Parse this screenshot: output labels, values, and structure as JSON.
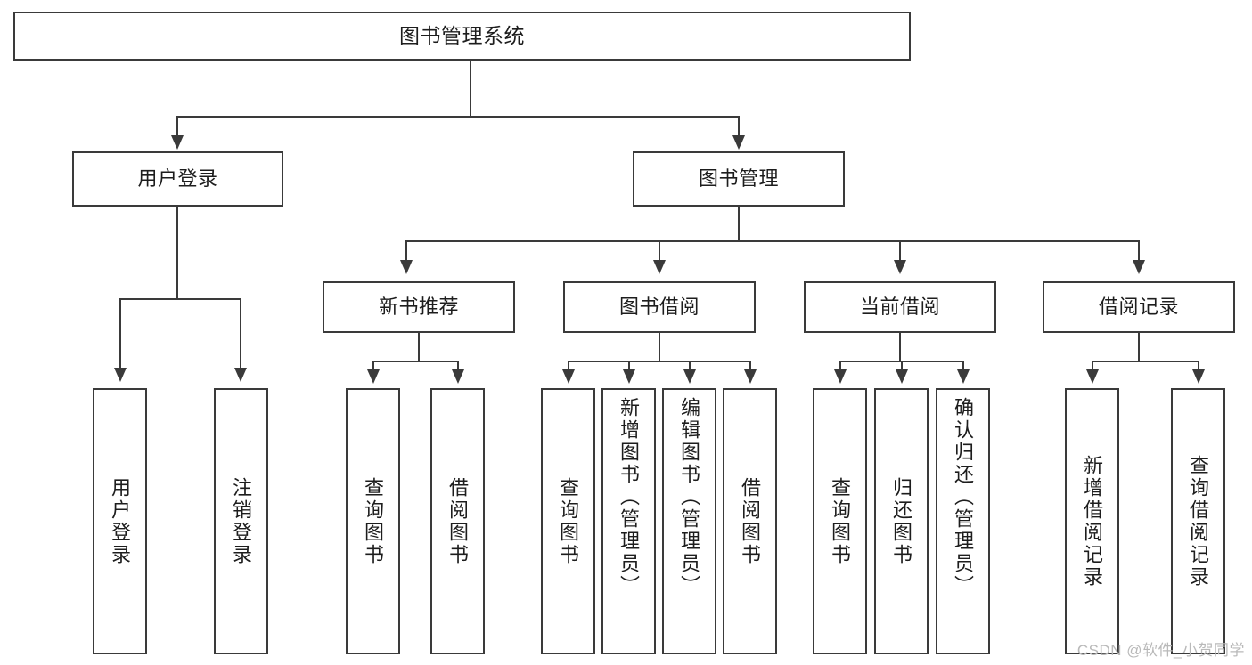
{
  "diagram": {
    "type": "tree",
    "title": "图书管理系统",
    "watermark": "CSDN @软件_小贺同学",
    "colors": {
      "box_border": "#3a3a3a",
      "box_fill": "#ffffff",
      "line": "#3a3a3a",
      "text": "#1d1d1d",
      "watermark": "#b9b9b9",
      "background": "#ffffff"
    },
    "nodes": {
      "root": "图书管理系统",
      "level2": [
        {
          "label": "用户登录"
        },
        {
          "label": "图书管理"
        }
      ],
      "level3": [
        {
          "label": "新书推荐"
        },
        {
          "label": "图书借阅"
        },
        {
          "label": "当前借阅"
        },
        {
          "label": "借阅记录"
        }
      ],
      "leaves": {
        "user_login": [
          {
            "label": "用户登录"
          },
          {
            "label": "注销登录"
          }
        ],
        "new_book_recommend": [
          {
            "label": "查询图书"
          },
          {
            "label": "借阅图书"
          }
        ],
        "book_borrow": [
          {
            "label": "查询图书"
          },
          {
            "label": "新增图书（管理员）"
          },
          {
            "label": "编辑图书（管理员）"
          },
          {
            "label": "借阅图书"
          }
        ],
        "current_borrow": [
          {
            "label": "查询图书"
          },
          {
            "label": "归还图书"
          },
          {
            "label": "确认归还（管理员）"
          }
        ],
        "borrow_records": [
          {
            "label": "新增借阅记录"
          },
          {
            "label": "查询借阅记录"
          }
        ]
      }
    }
  }
}
